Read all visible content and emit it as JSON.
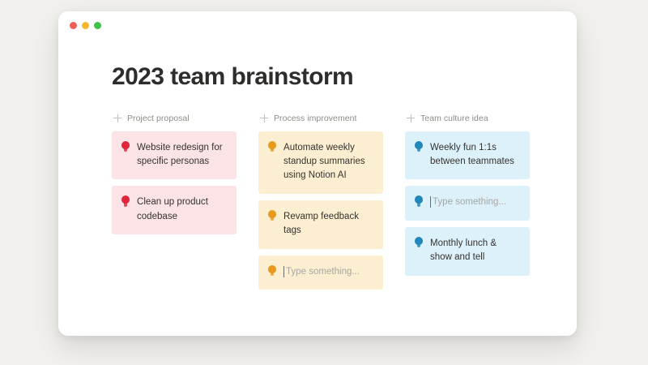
{
  "window": {
    "traffic_lights": [
      {
        "name": "close",
        "color": "#ee5f56"
      },
      {
        "name": "minimize",
        "color": "#f5b72c"
      },
      {
        "name": "maximize",
        "color": "#3fc04b"
      }
    ]
  },
  "page": {
    "title": "2023 team brainstorm",
    "background": "#f2f1ee",
    "surface": "#ffffff",
    "title_color": "#2e2d2b"
  },
  "board": {
    "columns": [
      {
        "label": "Project proposal",
        "add_icon": "plus-icon",
        "card_color": "#fbe3e6",
        "bulb_color": "#e0263c",
        "cards": [
          {
            "icon": "lightbulb-icon",
            "text": "Website redesign for specific personas",
            "placeholder": false
          },
          {
            "icon": "lightbulb-icon",
            "text": "Clean up product codebase",
            "placeholder": false
          }
        ]
      },
      {
        "label": "Process improvement",
        "add_icon": "plus-icon",
        "card_color": "#fcefd1",
        "bulb_color": "#e79a1d",
        "cards": [
          {
            "icon": "lightbulb-icon",
            "text": "Automate weekly standup summaries using Notion AI",
            "placeholder": false
          },
          {
            "icon": "lightbulb-icon",
            "text": "Revamp feedback tags",
            "placeholder": false
          },
          {
            "icon": "lightbulb-icon",
            "text": "Type something...",
            "placeholder": true
          }
        ]
      },
      {
        "label": "Team culture idea",
        "add_icon": "plus-icon",
        "card_color": "#dcf1f9",
        "bulb_color": "#2288bb",
        "cards": [
          {
            "icon": "lightbulb-icon",
            "text": "Weekly fun 1:1s between teammates",
            "placeholder": false
          },
          {
            "icon": "lightbulb-icon",
            "text": "Type something...",
            "placeholder": true
          },
          {
            "icon": "lightbulb-icon",
            "text": "Monthly lunch & show and tell",
            "placeholder": false
          }
        ]
      }
    ]
  }
}
